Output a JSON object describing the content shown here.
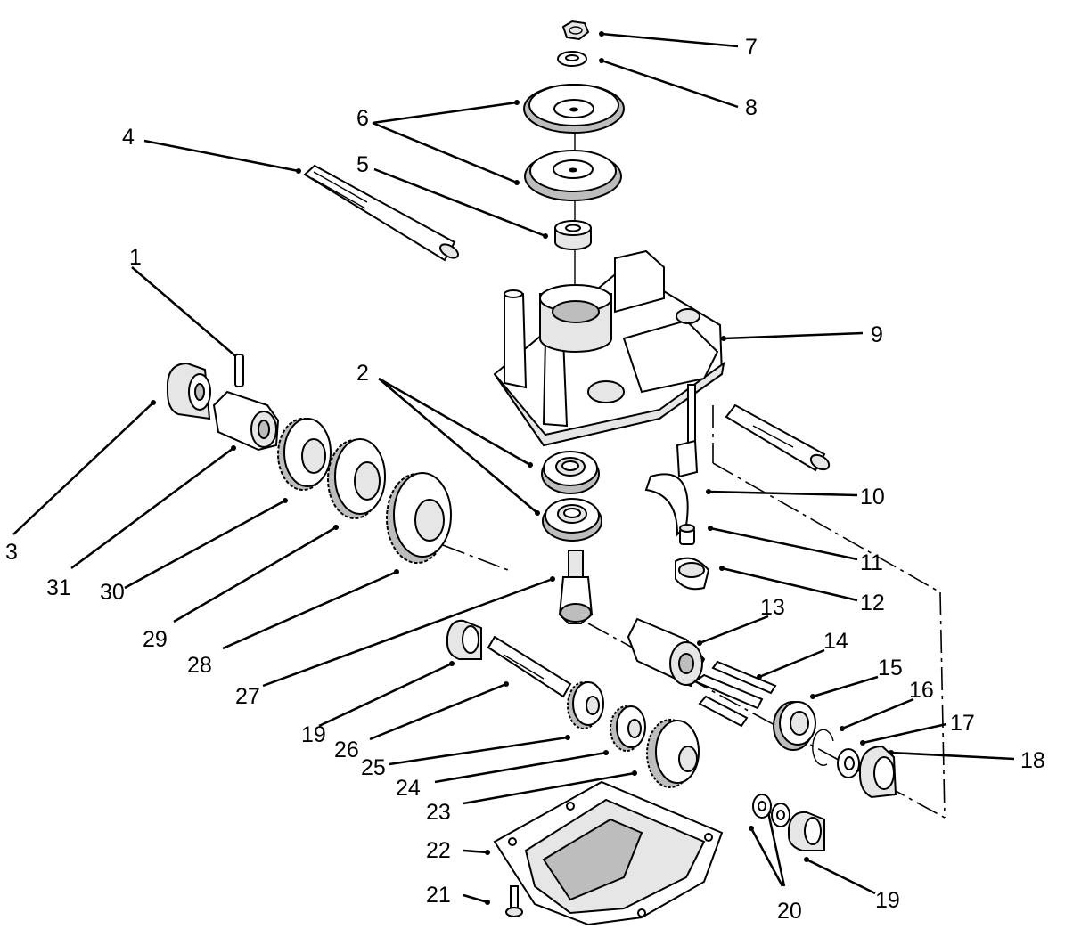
{
  "callouts": [
    "1",
    "2",
    "3",
    "4",
    "5",
    "6",
    "7",
    "8",
    "9",
    "10",
    "11",
    "12",
    "13",
    "14",
    "15",
    "16",
    "17",
    "18",
    "19",
    "19",
    "20",
    "21",
    "22",
    "23",
    "24",
    "25",
    "26",
    "27",
    "28",
    "29",
    "30",
    "31"
  ]
}
